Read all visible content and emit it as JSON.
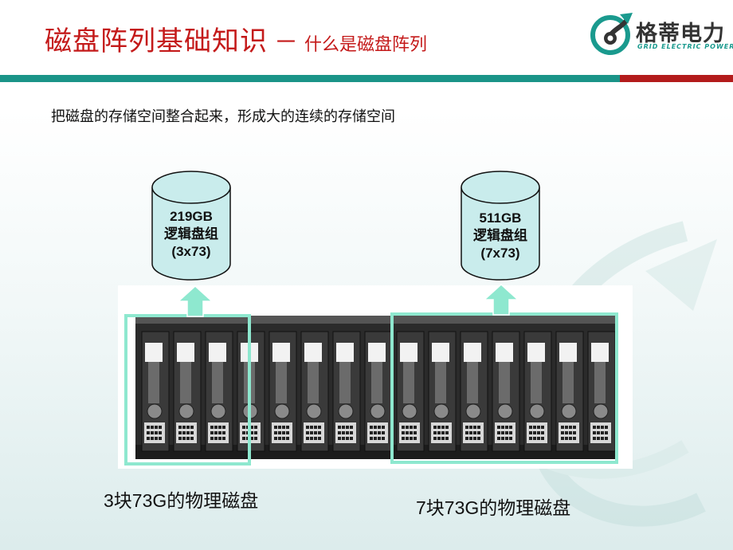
{
  "slide": {
    "title_main": "磁盘阵列基础知识",
    "title_sep": "－",
    "title_sub": "什么是磁盘阵列",
    "intro": "把磁盘的存储空间整合起来，形成大的连续的存储空间"
  },
  "logo": {
    "name_cn": "格蒂电力",
    "name_en": "GRID ELECTRIC POWER",
    "icon": "swirl-logo-icon"
  },
  "groups": [
    {
      "size": "219GB",
      "name": "逻辑盘组",
      "config": "(3x73)",
      "caption": "3块73G的物理磁盘",
      "disk_count": 3
    },
    {
      "size": "511GB",
      "name": "逻辑盘组",
      "config": "(7x73)",
      "caption": "7块73G的物理磁盘",
      "disk_count": 7
    }
  ],
  "colors": {
    "title_red": "#c41a1a",
    "bar_teal": "#1a9488",
    "bar_red": "#b31b1b",
    "cylinder_fill": "#c9ecec",
    "highlight": "#8ee8cf"
  },
  "enclosure": {
    "slot_count": 15
  }
}
